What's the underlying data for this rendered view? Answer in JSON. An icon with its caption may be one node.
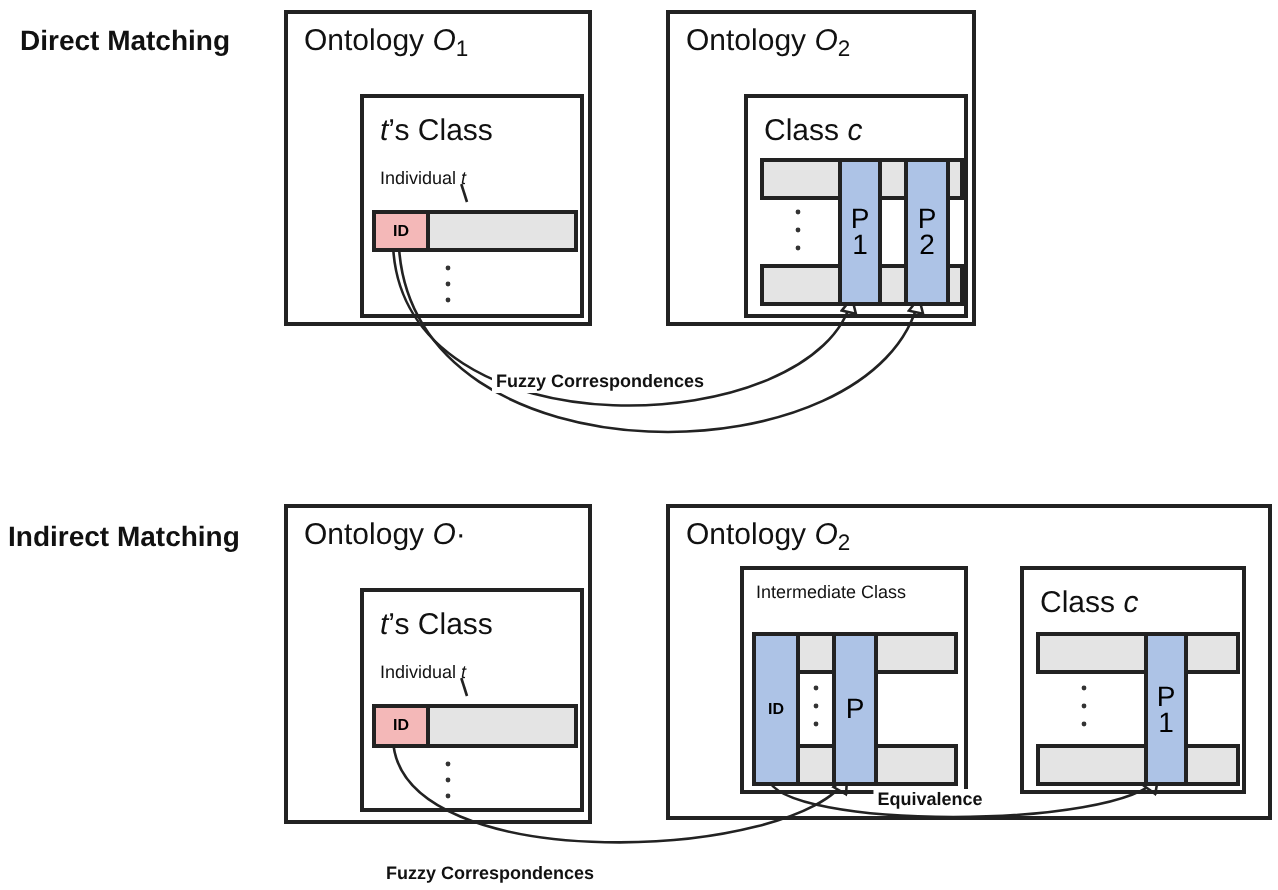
{
  "diagram": {
    "nodes": [
      {
        "text": [
          "Ontology *O*$_{1}$"
        ]
      },
      {
        "text": [
          "*t*’s Class"
        ],
        "in": 0
      },
      {
        "text": [
          "Individual *t*"
        ],
        "in": 1
      },
      {
        "text": [],
        "shape": "bar",
        "in": 1
      },
      {
        "text": [
          "ID"
        ],
        "in": 3
      },
      {
        "text": [
          "Ontology *O*$_{2}$"
        ]
      },
      {
        "text": [
          "Class *c*"
        ],
        "in": 5
      },
      {
        "text": [
          "P1"
        ],
        "in": 6
      },
      {
        "text": [
          "P2"
        ],
        "in": 6
      },
      {
        "text": [
          "Ontology *O*·"
        ]
      },
      {
        "text": [
          "*t*’s Class"
        ],
        "in": 9
      },
      {
        "text": [
          "Individual *t*"
        ],
        "in": 10
      },
      {
        "text": [],
        "shape": "bar",
        "in": 10
      },
      {
        "text": [
          "ID"
        ],
        "in": 12
      },
      {
        "text": [
          "Ontology *O*$_{2}$"
        ]
      },
      {
        "text": [
          "Intermediate Class"
        ],
        "in": 14
      },
      {
        "text": [
          "ID"
        ],
        "in": 15
      },
      {
        "text": [
          "P"
        ],
        "in": 15
      },
      {
        "text": [
          "Class *c*"
        ],
        "in": 14
      },
      {
        "text": [
          "P1"
        ],
        "in": 18
      }
    ],
    "edges": [
      {
        "from": 4,
        "to": 7,
        "arrow": "to",
        "label": "Fuzzy Correspondences"
      },
      {
        "from": 4,
        "to": 8,
        "arrow": "to"
      },
      {
        "from": 2,
        "to": 3,
        "arrow": "none"
      },
      {
        "from": 13,
        "to": 17,
        "arrow": "to",
        "label": "Fuzzy Correspondences"
      },
      {
        "from": 16,
        "to": 19,
        "arrow": "to",
        "label": "Equivalence"
      },
      {
        "from": 11,
        "to": 12,
        "arrow": "none"
      }
    ],
    "labels": [
      "Direct Matching",
      "Indirect Matching"
    ]
  }
}
